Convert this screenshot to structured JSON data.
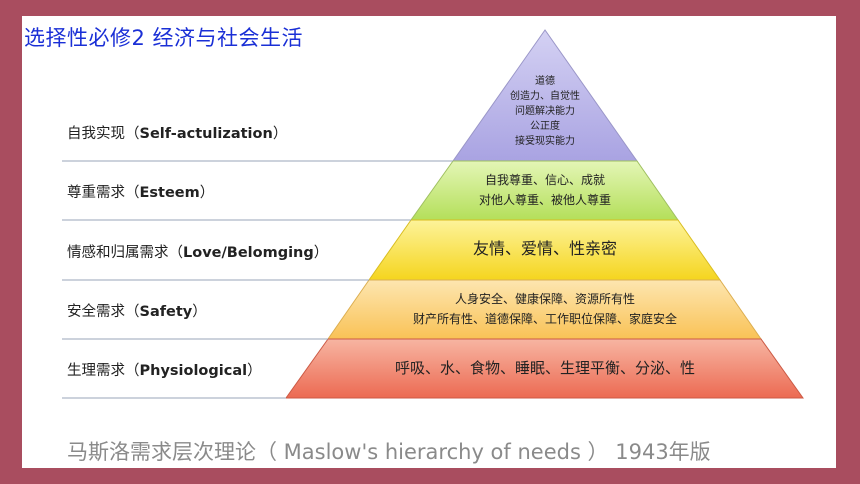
{
  "header": {
    "title": "选择性必修2  经济与社会生活"
  },
  "levels": [
    {
      "label_cn": "自我实现（",
      "label_en": "Self-actulization",
      "label_close": "）",
      "lines": [
        "道德",
        "创造力、自觉性",
        "问题解决能力",
        "公正度",
        "接受现实能力"
      ]
    },
    {
      "label_cn": "尊重需求（",
      "label_en": "Esteem",
      "label_close": "）",
      "lines": [
        "自我尊重、信心、成就",
        "对他人尊重、被他人尊重"
      ]
    },
    {
      "label_cn": "情感和归属需求（",
      "label_en": "Love/Belomging",
      "label_close": "）",
      "lines": [
        "友情、爱情、性亲密"
      ]
    },
    {
      "label_cn": "安全需求（",
      "label_en": "Safety",
      "label_close": "）",
      "lines": [
        "人身安全、健康保障、资源所有性",
        "财产所有性、道德保障、工作职位保障、家庭安全"
      ]
    },
    {
      "label_cn": "生理需求（",
      "label_en": "Physiological",
      "label_close": "）",
      "lines": [
        "呼吸、水、食物、睡眠、生理平衡、分泌、性"
      ]
    }
  ],
  "footer": {
    "caption": "马斯洛需求层次理论（ Maslow's hierarchy of needs ）  1943年版"
  },
  "colors": {
    "frame": "#a94d5f",
    "tier1": "#b3aee6",
    "tier2": "#c8ea7c",
    "tier3": "#fbe54a",
    "tier4": "#fcd27a",
    "tier5": "#f0826a",
    "title": "#1a2fd6"
  }
}
